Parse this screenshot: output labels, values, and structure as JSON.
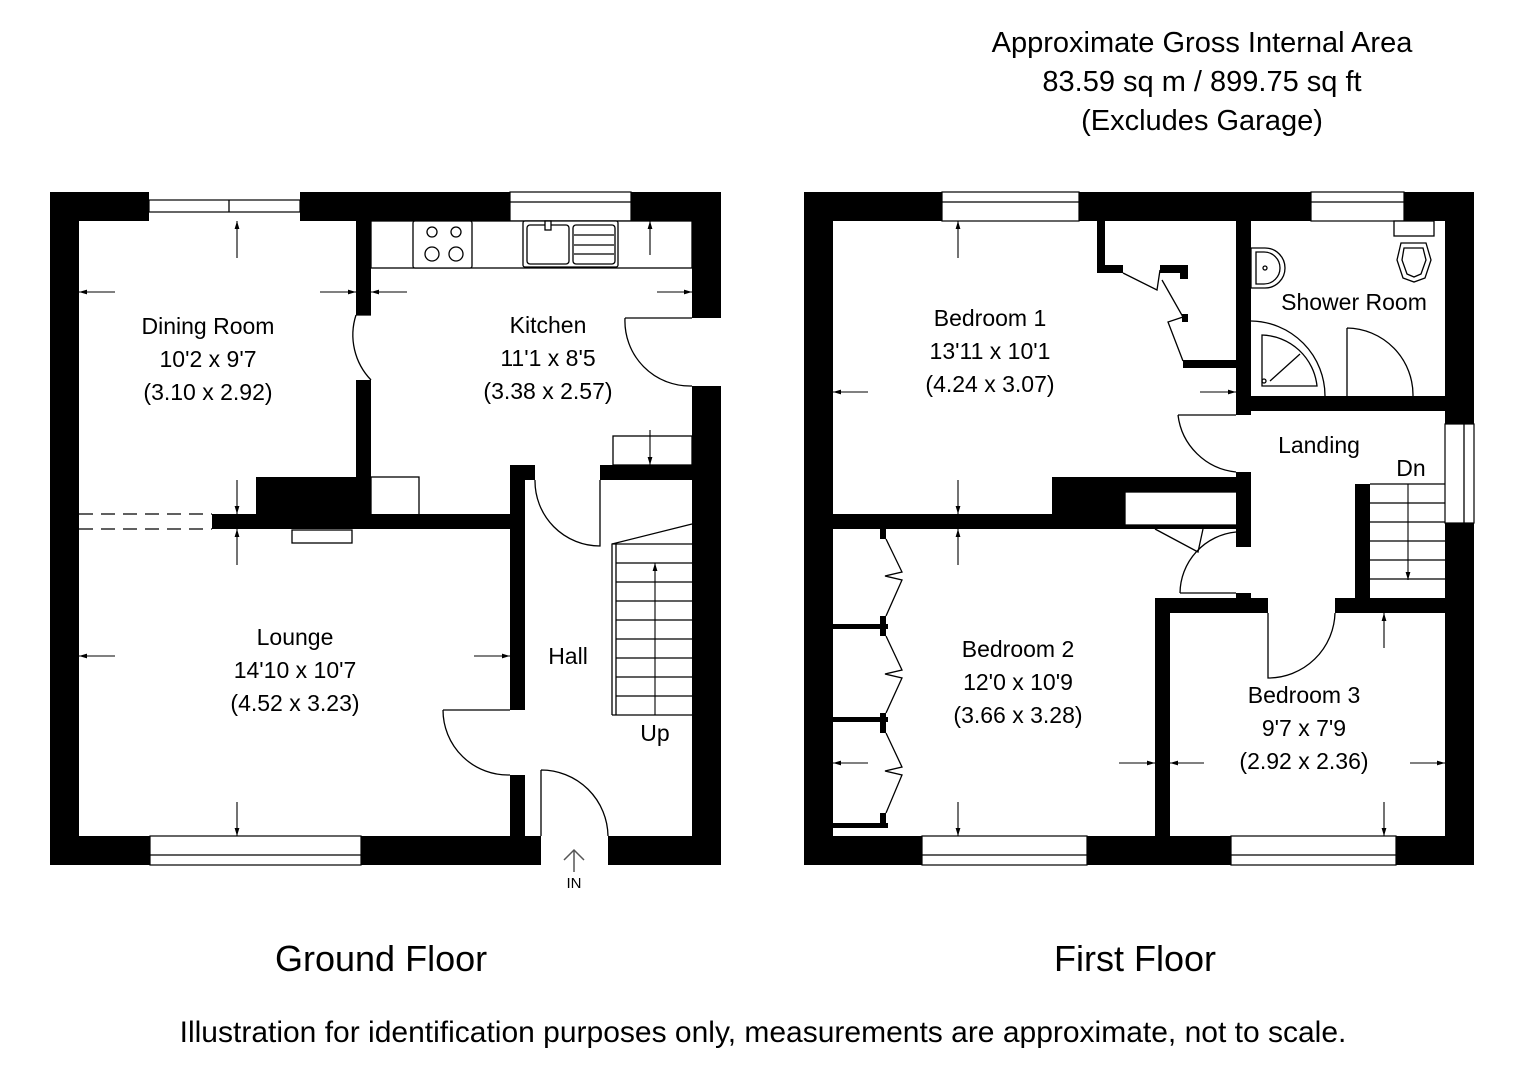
{
  "header": {
    "line1": "Approximate Gross Internal Area",
    "line2": "83.59 sq m / 899.75 sq ft",
    "line3": "(Excludes Garage)"
  },
  "ground_floor": {
    "label": "Ground Floor",
    "rooms": {
      "dining": {
        "name": "Dining Room",
        "imperial": "10'2 x 9'7",
        "metric": "(3.10 x 2.92)"
      },
      "kitchen": {
        "name": "Kitchen",
        "imperial": "11'1 x 8'5",
        "metric": "(3.38 x 2.57)"
      },
      "lounge": {
        "name": "Lounge",
        "imperial": "14'10 x 10'7",
        "metric": "(4.52 x 3.23)"
      },
      "hall": {
        "name": "Hall"
      }
    },
    "stairs_label": "Up",
    "entrance_label": "IN"
  },
  "first_floor": {
    "label": "First Floor",
    "rooms": {
      "bedroom1": {
        "name": "Bedroom 1",
        "imperial": "13'11 x 10'1",
        "metric": "(4.24 x 3.07)"
      },
      "bedroom2": {
        "name": "Bedroom 2",
        "imperial": "12'0 x 10'9",
        "metric": "(3.66 x 3.28)"
      },
      "bedroom3": {
        "name": "Bedroom 3",
        "imperial": "9'7 x 7'9",
        "metric": "(2.92 x 2.36)"
      },
      "shower": {
        "name": "Shower Room"
      },
      "landing": {
        "name": "Landing"
      }
    },
    "stairs_label": "Dn"
  },
  "footer": {
    "disclaimer": "Illustration for identification purposes only, measurements are approximate, not to scale."
  }
}
